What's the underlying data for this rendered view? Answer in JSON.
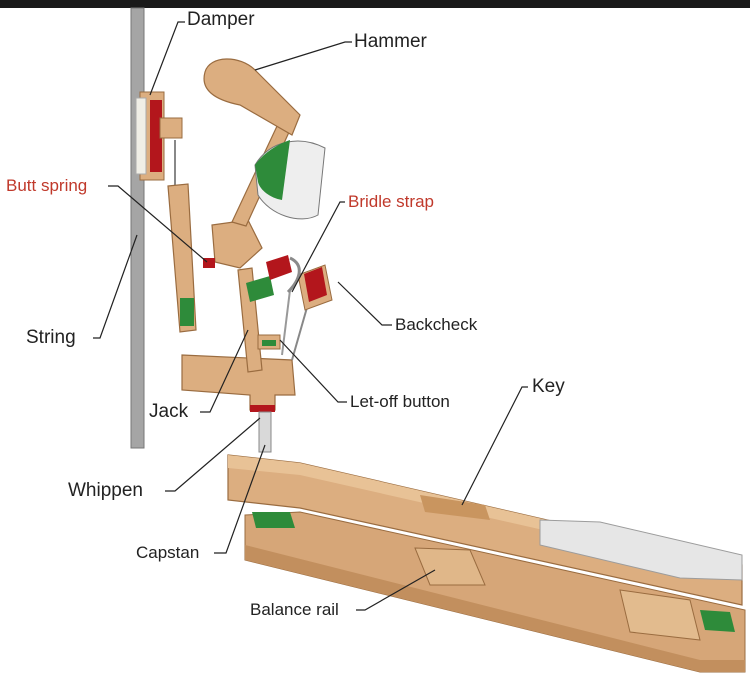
{
  "labels": {
    "damper": "Damper",
    "hammer": "Hammer",
    "butt_spring": "Butt spring",
    "bridle_strap": "Bridle strap",
    "backcheck": "Backcheck",
    "string": "String",
    "jack": "Jack",
    "let_off_button": "Let-off button",
    "key": "Key",
    "whippen": "Whippen",
    "capstan": "Capstan",
    "balance_rail": "Balance rail"
  },
  "colors": {
    "wood": "#dcae80",
    "wood_dark": "#b8804f",
    "felt_green": "#2e8b3a",
    "felt_red": "#b3161c",
    "key_top": "#e6e6e6",
    "string": "#9a9a9a",
    "label_red": "#c0392b"
  }
}
